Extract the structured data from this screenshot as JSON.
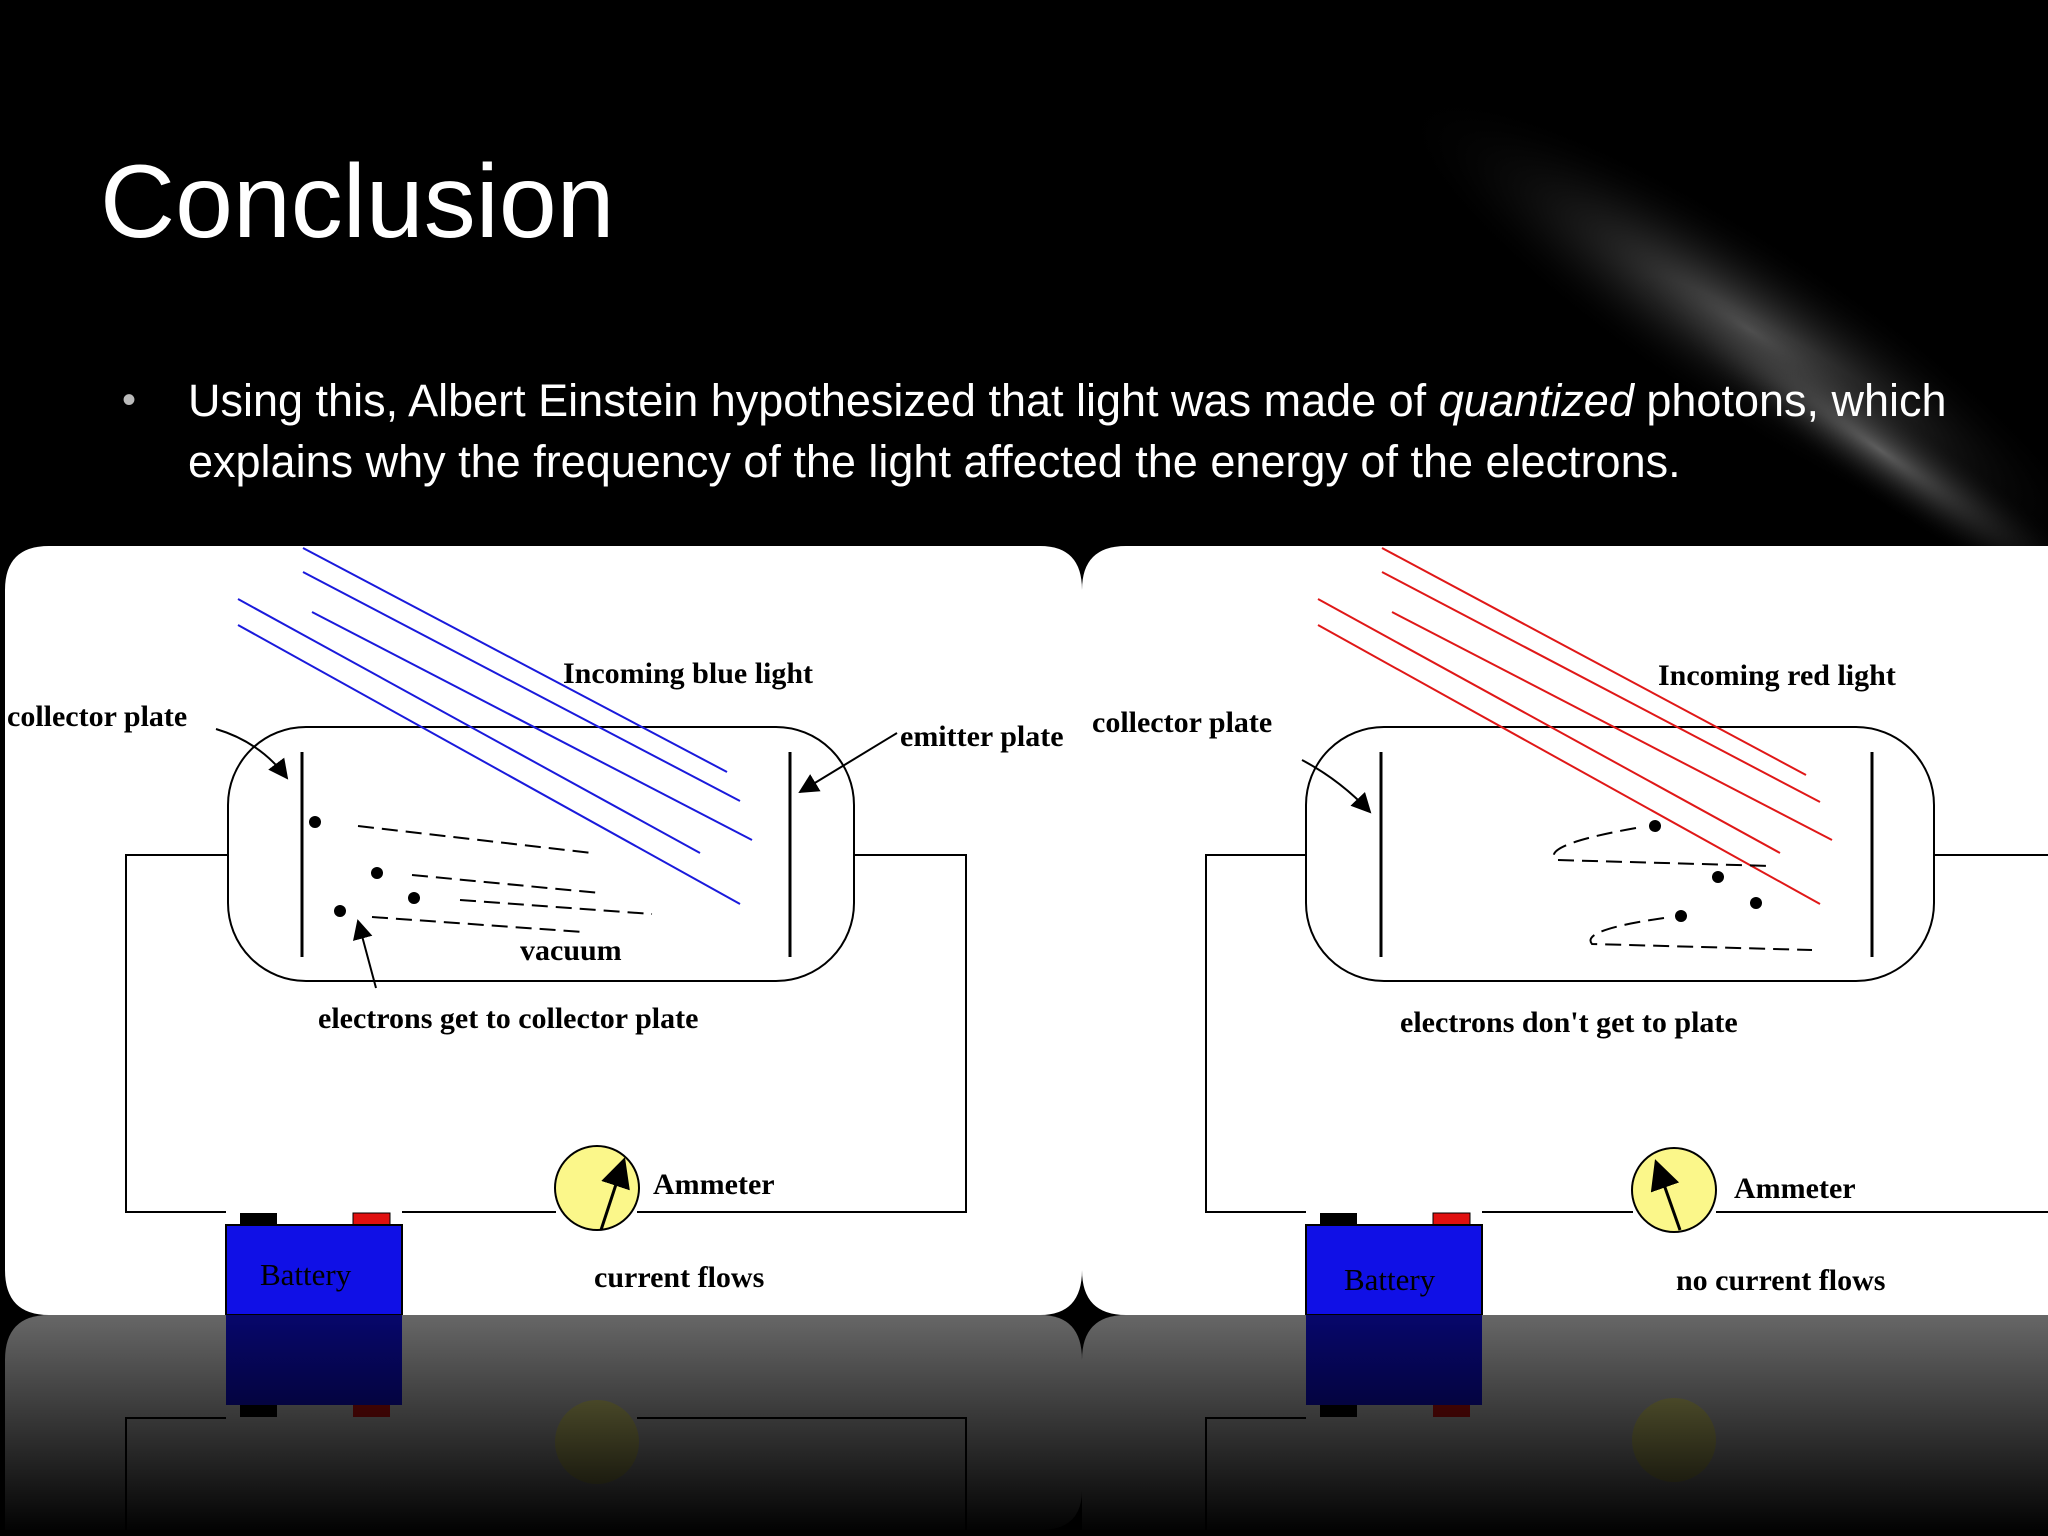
{
  "slide": {
    "title": "Conclusion",
    "bullet": {
      "before": "Using this, Albert Einstein hypothesized that light was made of ",
      "emphasis": "quantized",
      "after": " photons, which explains why the frequency of the light affected the energy of the electrons."
    }
  },
  "diagram_left": {
    "light_label": "Incoming blue light",
    "light_color": "#1a1adc",
    "collector_label": "collector plate",
    "emitter_label": "emitter plate",
    "vacuum_label": "vacuum",
    "electrons_label": "electrons get to collector plate",
    "ammeter_label": "Ammeter",
    "battery_label": "Battery",
    "current_label": "current flows"
  },
  "diagram_right": {
    "light_label": "Incoming red light",
    "light_color": "#e01818",
    "collector_label": "collector plate",
    "electrons_label": "electrons don't get to plate",
    "ammeter_label": "Ammeter",
    "battery_label": "Battery",
    "current_label": "no current flows"
  },
  "colors": {
    "battery": "#1010e6",
    "battery_terminal_positive": "#e01010",
    "ammeter": "#fbf78a"
  }
}
